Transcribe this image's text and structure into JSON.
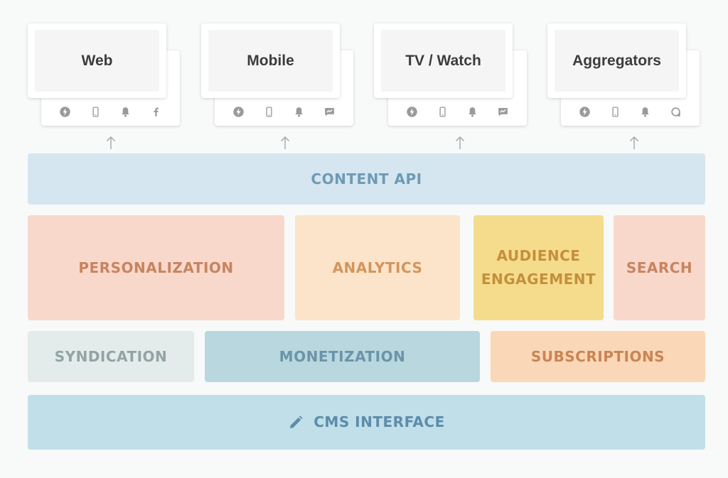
{
  "channels": [
    {
      "label": "Web",
      "icons": [
        "amp-bolt-icon",
        "smartphone-icon",
        "notification-bell-icon",
        "facebook-icon"
      ]
    },
    {
      "label": "Mobile",
      "icons": [
        "amp-bolt-icon",
        "smartphone-icon",
        "notification-bell-icon",
        "message-chat-icon"
      ]
    },
    {
      "label": "TV / Watch",
      "icons": [
        "amp-bolt-icon",
        "smartphone-icon",
        "notification-bell-icon",
        "message-chat-icon"
      ]
    },
    {
      "label": "Aggregators",
      "icons": [
        "amp-bolt-icon",
        "smartphone-icon",
        "notification-bell-icon",
        "alexa-ring-icon"
      ]
    }
  ],
  "layers": {
    "content_api": "CONTENT API",
    "personalization": "PERSONALIZATION",
    "analytics": "ANALYTICS",
    "audience_engagement_line1": "AUDIENCE",
    "audience_engagement_line2": "ENGAGEMENT",
    "search": "SEARCH",
    "syndication": "SYNDICATION",
    "monetization": "MONETIZATION",
    "subscriptions": "SUBSCRIPTIONS",
    "cms_interface": "CMS INTERFACE"
  },
  "icons": {
    "cms": "pencil-icon",
    "arrow": "arrow-up-icon"
  },
  "colors": {
    "icon_gray": "#9a9a9a",
    "arrow_gray": "#a9b1b4"
  }
}
